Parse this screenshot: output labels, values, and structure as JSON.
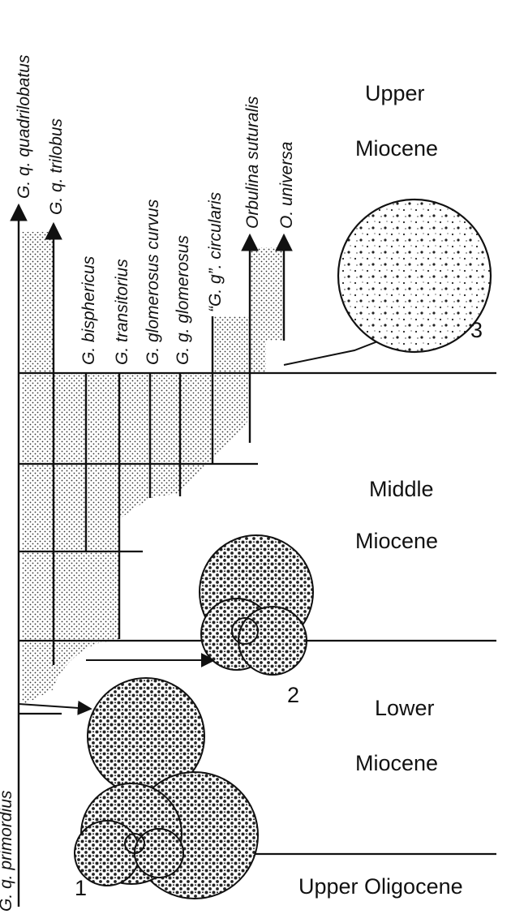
{
  "taxa": [
    {
      "label": "G. q. quadrilobatus",
      "arrow": true
    },
    {
      "label": "G. q. trilobus",
      "arrow": true
    },
    {
      "label": "G. bisphericus",
      "arrow": false
    },
    {
      "label": "G. transitorius",
      "arrow": false
    },
    {
      "label": "G. glomerosus curvus",
      "arrow": false
    },
    {
      "label": "G. g. glomerosus",
      "arrow": false
    },
    {
      "label": "“G. g”. circularis",
      "arrow": false
    },
    {
      "label": "Orbulina suturalis",
      "arrow": true
    },
    {
      "label": "O. universa",
      "arrow": true
    },
    {
      "label": "G. q. primordius",
      "arrow": false
    }
  ],
  "epochs": [
    {
      "line1": "Upper",
      "line2": "Miocene"
    },
    {
      "line1": "Middle",
      "line2": "Miocene"
    },
    {
      "line1": "Lower",
      "line2": "Miocene"
    },
    {
      "line1": "Upper Oligocene",
      "line2": ""
    }
  ],
  "specimens": [
    "1",
    "2",
    "3"
  ],
  "colors": {
    "ink": "#111111",
    "stipple": "#333333",
    "paper": "#ffffff"
  }
}
